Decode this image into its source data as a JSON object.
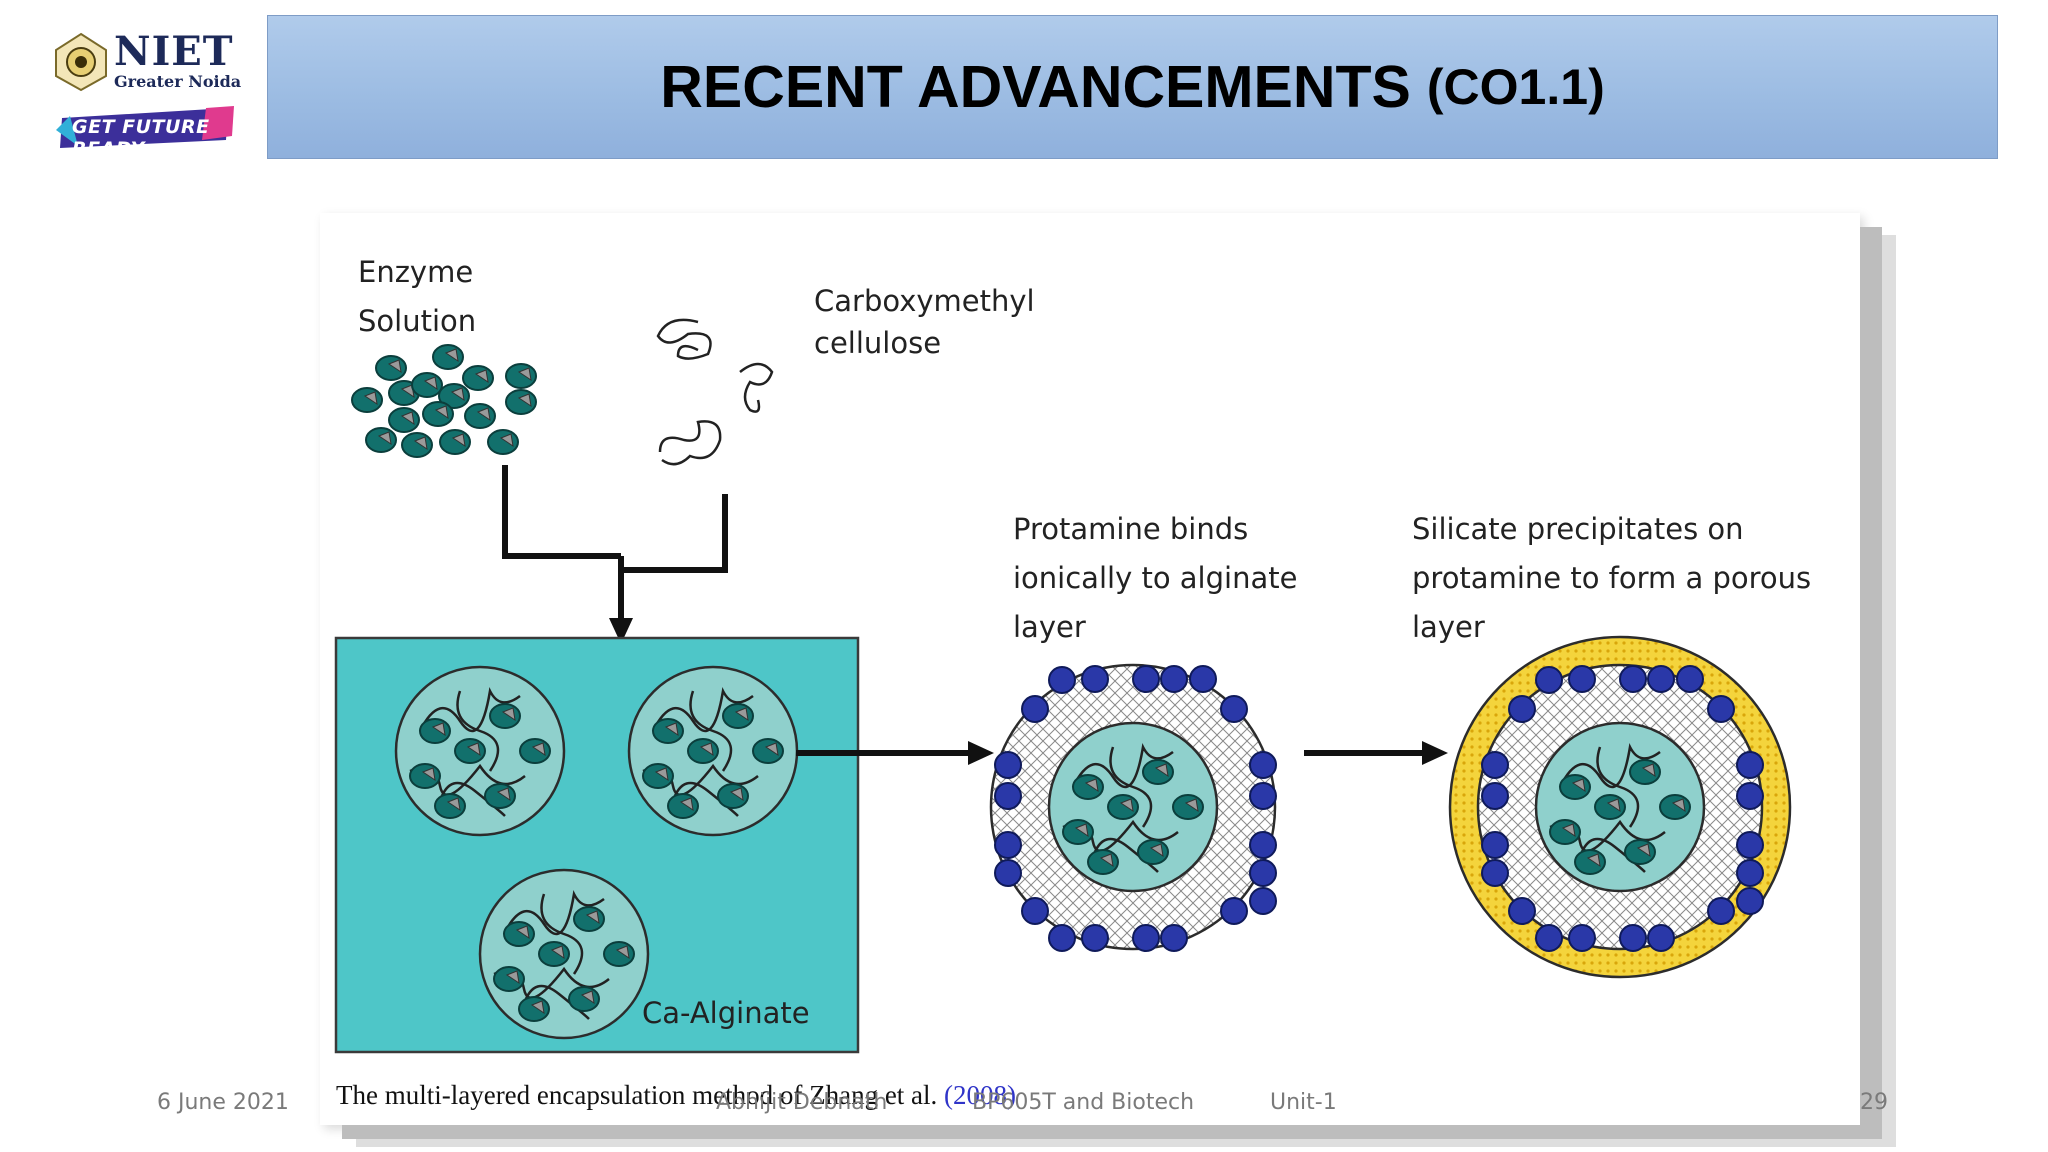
{
  "header": {
    "logo": {
      "name": "NIET",
      "sub": "Greater Noida",
      "tagline": "GET FUTURE READY"
    },
    "title": "RECENT ADVANCEMENTS",
    "title_code": "(CO1.1)"
  },
  "diagram": {
    "labels": {
      "enzyme_solution_line1": "Enzyme",
      "enzyme_solution_line2": "Solution",
      "cmc_line1": "Carboxymethyl",
      "cmc_line2": "cellulose",
      "protamine_line1": "Protamine binds",
      "protamine_line2": "ionically to alginate",
      "protamine_line3": "layer",
      "silicate_line1": "Silicate precipitates on",
      "silicate_line2": "protamine to form a porous",
      "silicate_line3": "layer",
      "ca_alginate": "Ca-Alginate"
    },
    "colors": {
      "enzyme": "#12706c",
      "alginate_box": "#4ec6c8",
      "bead": "#8fd0cc",
      "protamine": "#2a38a8",
      "silicate": "#f2d43a"
    }
  },
  "caption": {
    "text": "The multi-layered encapsulation method of Zhang et al.",
    "year": "(2008)"
  },
  "footer": {
    "date": "6 June 2021",
    "author": "Abhijit Debnath",
    "course": "BP605T and Biotech",
    "unit": "Unit-1",
    "page": "29"
  }
}
